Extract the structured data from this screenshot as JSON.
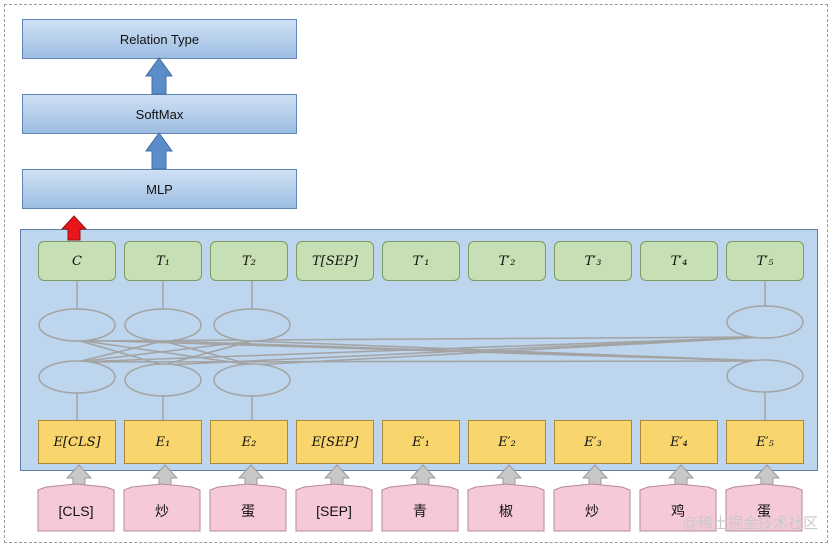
{
  "head": {
    "relation_type": "Relation Type",
    "softmax": "SoftMax",
    "mlp": "MLP"
  },
  "outputs": [
    "C",
    "T₁",
    "T₂",
    "T[SEP]",
    "T′₁",
    "T′₂",
    "T′₃",
    "T′₄",
    "T′₅"
  ],
  "embeddings": [
    "E[CLS]",
    "E₁",
    "E₂",
    "E[SEP]",
    "E′₁",
    "E′₂",
    "E′₃",
    "E′₄",
    "E′₅"
  ],
  "tokens": [
    "[CLS]",
    "炒",
    "蛋",
    "[SEP]",
    "青",
    "椒",
    "炒",
    "鸡",
    "蛋"
  ],
  "watermark": "@稀土掘金技术社区",
  "colors": {
    "head_box": "#9dbde3",
    "panel": "#bdd5ed",
    "output_box": "#c6dfb5",
    "embedding_box": "#f8d56d",
    "token_box": "#f6c9d8",
    "up_arrow": "#5b8ec8",
    "highlight_arrow": "#e8161b",
    "input_arrow": "#c8c8c8"
  }
}
